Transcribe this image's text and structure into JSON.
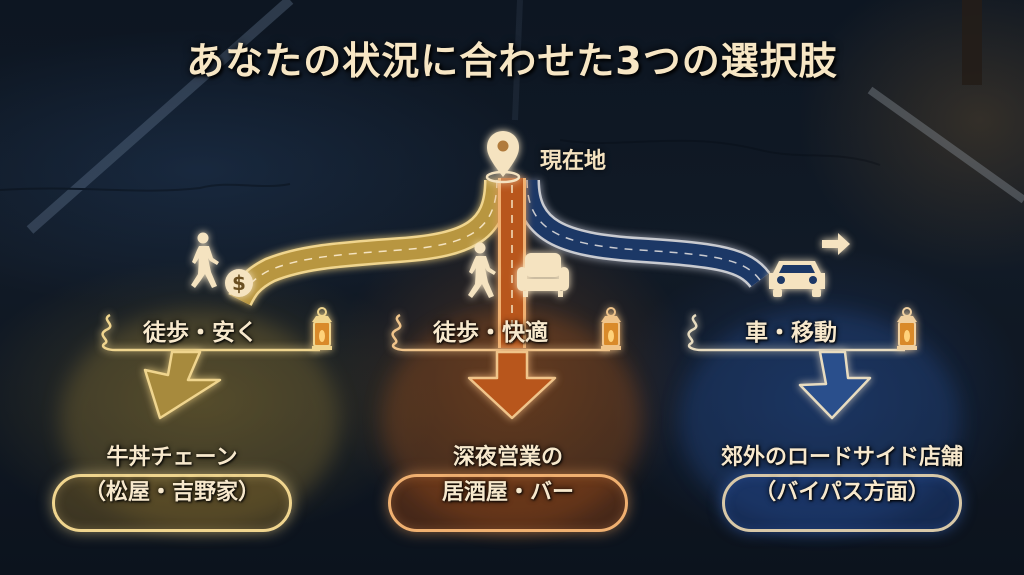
{
  "title": "あなたの状況に合わせた3つの選択肢",
  "origin": {
    "label": "現在地",
    "icon": "location-pin-icon"
  },
  "colors": {
    "cream": "#f5e3c0",
    "gold": "#d8b45a",
    "orange": "#c86a26",
    "blue": "#2c4f8a",
    "background": "#0e1520"
  },
  "options": [
    {
      "label": "徒歩・安く",
      "icons": [
        "walking-person-icon",
        "dollar-coin-icon",
        "lantern-icon"
      ],
      "color": "#d8b45a",
      "destination": {
        "line1": "牛丼チェーン",
        "line2": "（松屋・吉野家）"
      }
    },
    {
      "label": "徒歩・快適",
      "icons": [
        "walking-person-icon",
        "armchair-icon",
        "lantern-icon"
      ],
      "color": "#c86a26",
      "destination": {
        "line1": "深夜営業の",
        "line2": "居酒屋・バー"
      }
    },
    {
      "label": "車・移動",
      "icons": [
        "car-icon",
        "arrow-right-icon",
        "lantern-icon"
      ],
      "color": "#2c4f8a",
      "destination": {
        "line1": "郊外のロードサイド店舗",
        "line2": "（バイパス方面）"
      }
    }
  ]
}
